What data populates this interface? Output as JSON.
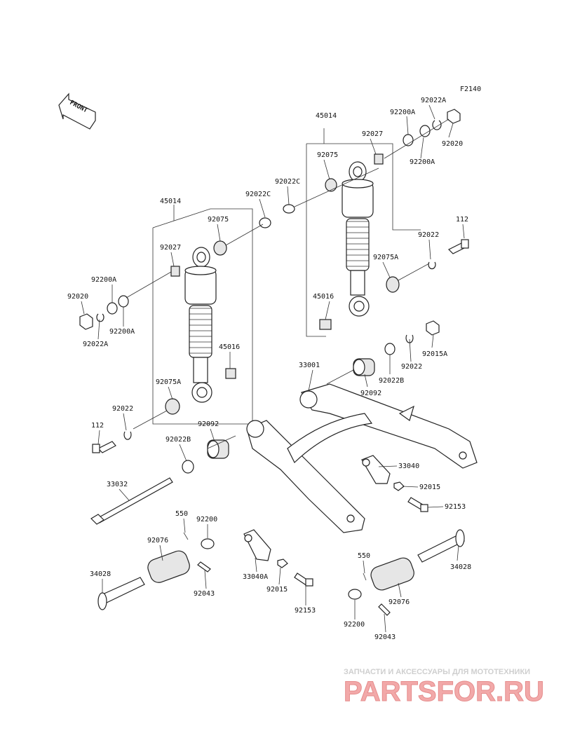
{
  "figure_code": "F2140",
  "front_label": "FRONT",
  "labels": {
    "l1": "45014",
    "l2": "92200A",
    "l3": "92022A",
    "l4": "92020",
    "l5": "92027",
    "l6": "92200A",
    "l7": "92075",
    "l8": "92022C",
    "l9": "92022C",
    "l10": "112",
    "l11": "92022",
    "l12": "92075A",
    "l13": "45016",
    "l14": "92015A",
    "l15": "92022",
    "l16": "92022B",
    "l17": "92092",
    "l18": "33001",
    "l19": "45014",
    "l20": "92075",
    "l21": "92027",
    "l22": "92200A",
    "l23": "92020",
    "l24": "92200A",
    "l25": "92022A",
    "l26": "45016",
    "l27": "92075A",
    "l28": "92022",
    "l29": "112",
    "l30": "92092",
    "l31": "92022B",
    "l32": "33040",
    "l33": "92015",
    "l34": "92153",
    "l35": "33032",
    "l36": "550",
    "l37": "92200",
    "l38": "92076",
    "l39": "34028",
    "l40": "92043",
    "l41": "33040A",
    "l42": "92015",
    "l43": "92153",
    "l44": "550",
    "l45": "34028",
    "l46": "92076",
    "l47": "92200",
    "l48": "92043"
  },
  "watermark": {
    "tagline": "ЗАПЧАСТИ И АКСЕССУАРЫ ДЛЯ МОТОТЕХНИКИ",
    "brand": "PARTSFOR.RU"
  }
}
